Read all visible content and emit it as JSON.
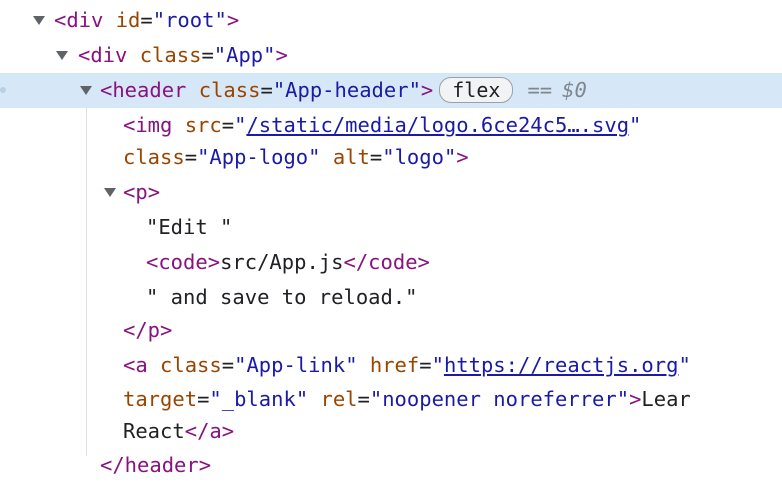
{
  "dom_tree": {
    "root": {
      "tag": "div",
      "attr": "id",
      "value": "root"
    },
    "app": {
      "tag": "div",
      "attr": "class",
      "value": "App"
    },
    "header": {
      "tag": "header",
      "attr": "class",
      "value": "App-header",
      "badge": "flex",
      "eq": "==",
      "console_ref": "$0",
      "close_tag": "/header"
    },
    "img": {
      "tag": "img",
      "attr_src": "src",
      "src_value": "/static/media/logo.6ce24c5….svg",
      "attr_class": "class",
      "class_value": "App-logo",
      "attr_alt": "alt",
      "alt_value": "logo"
    },
    "p": {
      "tag": "p",
      "close_tag": "/p",
      "text1": "\"Edit \"",
      "code_tag": "code",
      "code_text": "src/App.js",
      "code_close": "/code",
      "text2": "\" and save to reload.\""
    },
    "a": {
      "tag": "a",
      "attr_class": "class",
      "class_value": "App-link",
      "attr_href": "href",
      "href_value": "https://reactjs.org",
      "attr_target": "target",
      "target_value": "_blank",
      "attr_rel": "rel",
      "rel_value": "noopener noreferrer",
      "text_start": "Lear",
      "text_end": "React",
      "close_tag": "/a"
    }
  },
  "colors": {
    "tag": "#881280",
    "attribute": "#994500",
    "value": "#1a1aa6",
    "selection": "#d6e8f7"
  }
}
